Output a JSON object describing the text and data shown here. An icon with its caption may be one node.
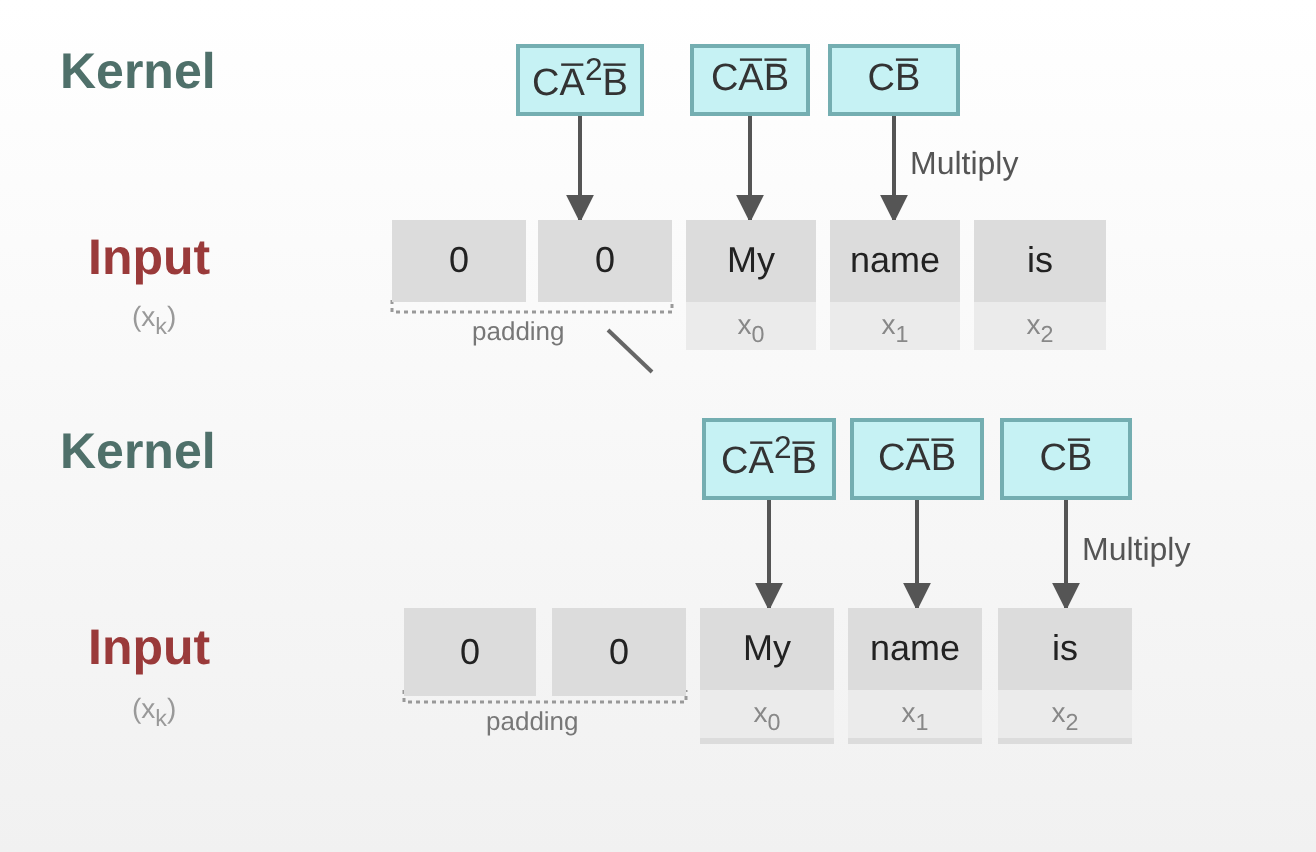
{
  "diagram": {
    "nodes": [
      {
        "text": [
          "CA̅$^{2}$B̅"
        ]
      },
      {
        "text": [
          "CA̅B̅"
        ]
      },
      {
        "text": [
          "CB̅"
        ]
      },
      {
        "text": [
          "0"
        ]
      },
      {
        "text": [
          "0"
        ]
      },
      {
        "text": [
          "My",
          "x$_{0}$"
        ]
      },
      {
        "text": [
          "name",
          "x$_{1}$"
        ]
      },
      {
        "text": [
          "is",
          "x$_{2}$"
        ]
      },
      {
        "text": [
          "CA̅$^{2}$B̅"
        ]
      },
      {
        "text": [
          "CA̅B̅"
        ]
      },
      {
        "text": [
          "CB̅"
        ]
      },
      {
        "text": [
          "0"
        ]
      },
      {
        "text": [
          "0"
        ]
      },
      {
        "text": [
          "My",
          "x$_{0}$"
        ]
      },
      {
        "text": [
          "name",
          "x$_{1}$"
        ]
      },
      {
        "text": [
          "is",
          "x$_{2}$"
        ]
      }
    ],
    "edges": [
      {
        "from": 0,
        "to": 4,
        "arrow": "to"
      },
      {
        "from": 1,
        "to": 5,
        "arrow": "to"
      },
      {
        "from": 2,
        "to": 6,
        "arrow": "to",
        "label": "Multiply"
      },
      {
        "from": 8,
        "to": 13,
        "arrow": "to"
      },
      {
        "from": 9,
        "to": 14,
        "arrow": "to"
      },
      {
        "from": 10,
        "to": 15,
        "arrow": "to",
        "label": "Multiply"
      }
    ],
    "labels": [
      "Kernel",
      "Input",
      "(x$_{k}$)",
      "padding",
      "Kernel",
      "Input",
      "(x$_{k}$)",
      "padding"
    ]
  }
}
